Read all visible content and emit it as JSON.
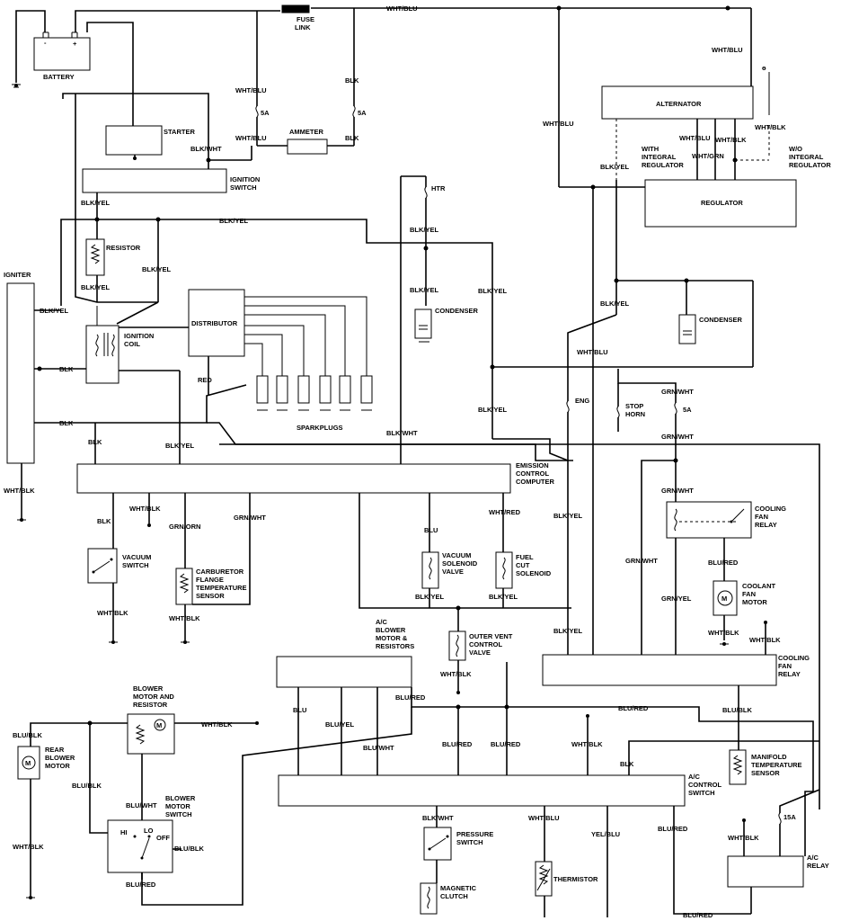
{
  "labels": {
    "battery": "BATTERY",
    "fuse_link": [
      "FUSE",
      "LINK"
    ],
    "starter": "STARTER",
    "ignition_switch": [
      "IGNITION",
      "SWITCH"
    ],
    "ammeter": "AMMETER",
    "alternator": "ALTERNATOR",
    "regulator": "REGULATOR",
    "with_integral": [
      "WITH",
      "INTEGRAL",
      "REGULATOR"
    ],
    "wo_integral": [
      "W/O",
      "INTEGRAL",
      "REGULATOR"
    ],
    "resistor": "RESISTOR",
    "igniter": "IGNITER",
    "ignition_coil": [
      "IGNITION",
      "COIL"
    ],
    "distributor": "DISTRIBUTOR",
    "sparkplugs": "SPARKPLUGS",
    "condenser": "CONDENSER",
    "htr": "HTR",
    "eng": "ENG",
    "stop_horn": [
      "STOP",
      "HORN"
    ],
    "ecc": [
      "EMISSION",
      "CONTROL",
      "COMPUTER"
    ],
    "vacuum_switch": [
      "VACUUM",
      "SWITCH"
    ],
    "carb_sensor": [
      "CARBURETOR",
      "FLANGE",
      "TEMPERATURE",
      "SENSOR"
    ],
    "vsv": [
      "VACUUM",
      "SOLENOID",
      "VALVE"
    ],
    "fuel_cut": [
      "FUEL",
      "CUT",
      "SOLENOID"
    ],
    "cooling_fan_relay_top": [
      "COOLING",
      "FAN",
      "RELAY"
    ],
    "coolant_fan_motor": [
      "COOLANT",
      "FAN",
      "MOTOR"
    ],
    "cooling_fan_relay_box": [
      "COOLING",
      "FAN",
      "RELAY"
    ],
    "ac_blower": [
      "A/C",
      "BLOWER",
      "MOTOR &",
      "RESISTORS"
    ],
    "outer_vent": [
      "OUTER VENT",
      "CONTROL",
      "VALVE"
    ],
    "blower_motor_resistor": [
      "BLOWER",
      "MOTOR AND",
      "RESISTOR"
    ],
    "rear_blower": [
      "REAR",
      "BLOWER",
      "MOTOR"
    ],
    "blower_switch": [
      "BLOWER",
      "MOTOR",
      "SWITCH"
    ],
    "manifold_sensor": [
      "MANIFOLD",
      "TEMPERATURE",
      "SENSOR"
    ],
    "ac_control_switch": [
      "A/C",
      "CONTROL",
      "SWITCH"
    ],
    "pressure_switch": [
      "PRESSURE",
      "SWITCH"
    ],
    "magnetic_clutch": [
      "MAGNETIC",
      "CLUTCH"
    ],
    "thermistor": "THERMISTOR",
    "ac_relay": [
      "A/C",
      "RELAY"
    ],
    "hi": "HI",
    "lo": "LO",
    "off": "OFF",
    "fuse_5a": "5A",
    "fuse_15a": "15A"
  },
  "wires": {
    "wht_blu": "WHT/BLU",
    "blk": "BLK",
    "blk_wht": "BLK/WHT",
    "blk_yel": "BLK/YEL",
    "wht_blk": "WHT/BLK",
    "wht_grn": "WHT/GRN",
    "red": "RED",
    "grn_wht": "GRN/WHT",
    "grn_orn": "GRN/ORN",
    "grn_yel": "GRN/YEL",
    "wht_red": "WHT/RED",
    "blu": "BLU",
    "blu_red": "BLU/RED",
    "blu_blk": "BLU/BLK",
    "blu_yel": "BLU/YEL",
    "blu_wht": "BLU/WHT",
    "yel_blu": "YEL/BLU"
  }
}
